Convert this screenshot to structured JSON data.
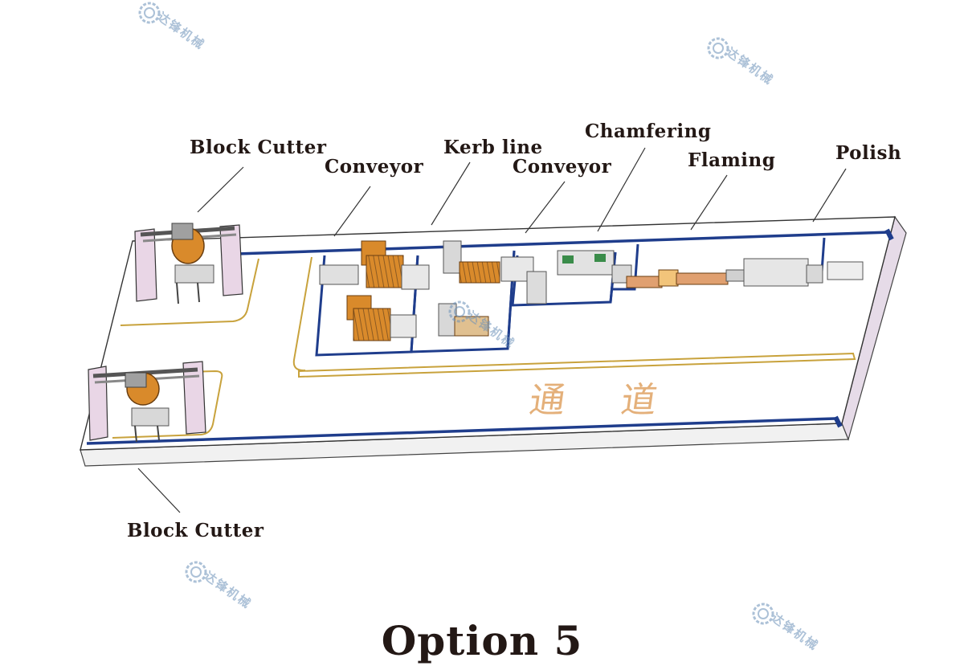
{
  "title": "Option 5",
  "labels": {
    "block_cutter_top": "Block Cutter",
    "conveyor_1": "Conveyor",
    "kerb_line": "Kerb line",
    "conveyor_2": "Conveyor",
    "chamfering": "Chamfering",
    "flaming": "Flaming",
    "polish": "Polish",
    "block_cutter_bottom": "Block Cutter"
  },
  "floor_text": "通 道",
  "watermark": "达锋机械",
  "colors": {
    "label": "#231815",
    "rail_blue": "#1f3d8c",
    "machine_orange": "#d98a2b",
    "pillar_pink": "#e9d6e6",
    "guide_gold": "#c8a23c",
    "floor_text": "#e4b07a",
    "watermark": "#6a90b8"
  }
}
